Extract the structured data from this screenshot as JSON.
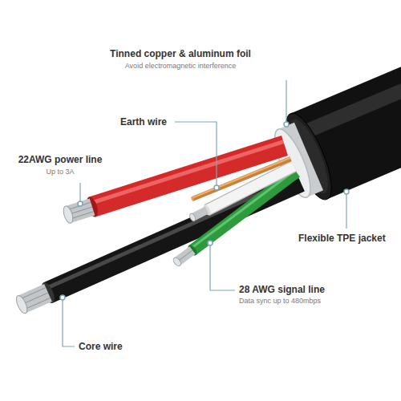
{
  "diagram": {
    "labels": [
      "Tinned copper & aluminum foil",
      "Avoid electromagnetic interference",
      "Earth wire",
      "22AWG power line",
      "Up to 3A",
      "Flexible TPE jacket",
      "28 AWG signal line",
      "Data sync up to 480mbps",
      "Core wire"
    ]
  }
}
